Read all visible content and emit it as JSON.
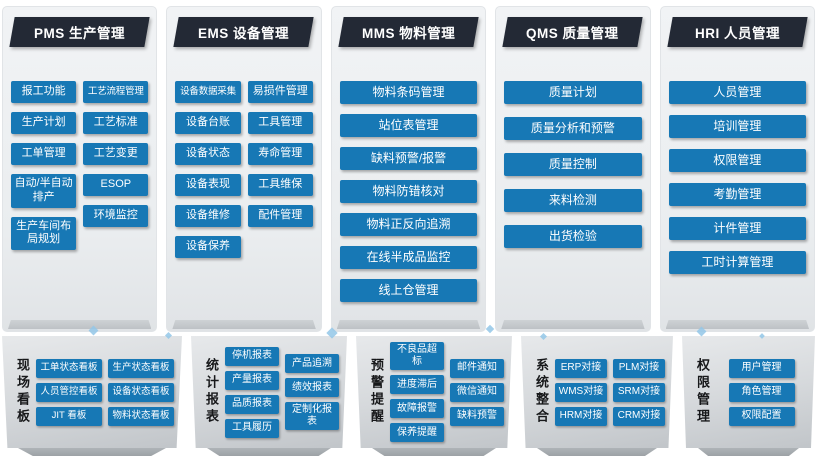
{
  "colors": {
    "header_bg": "#232935",
    "item_blue": "#1778b5",
    "panel_gray": "#eaedef",
    "board_gray": "#d6d9dc",
    "label_dark": "#17181a"
  },
  "top_sections": [
    {
      "title": "PMS 生产管理",
      "columns": [
        [
          "报工功能",
          "生产计划",
          "工单管理",
          "自动/半自动排产",
          "生产车间布局规划"
        ],
        [
          "工艺流程管理",
          "工艺标准",
          "工艺变更",
          "ESOP",
          "环境监控"
        ]
      ]
    },
    {
      "title": "EMS 设备管理",
      "columns": [
        [
          "设备数据采集",
          "设备台账",
          "设备状态",
          "设备表现",
          "设备维修",
          "设备保养"
        ],
        [
          "易损件管理",
          "工具管理",
          "寿命管理",
          "工具维保",
          "配件管理"
        ]
      ]
    },
    {
      "title": "MMS 物料管理",
      "columns": [
        [
          "物料条码管理",
          "站位表管理",
          "缺料预警/报警",
          "物料防错核对",
          "物料正反向追溯",
          "在线半成品监控",
          "线上仓管理"
        ]
      ]
    },
    {
      "title": "QMS 质量管理",
      "columns": [
        [
          "质量计划",
          "质量分析和预警",
          "质量控制",
          "来料检测",
          "出货检验"
        ]
      ]
    },
    {
      "title": "HRI 人员管理",
      "columns": [
        [
          "人员管理",
          "培训管理",
          "权限管理",
          "考勤管理",
          "计件管理",
          "工时计算管理"
        ]
      ]
    }
  ],
  "bottom_sections": [
    {
      "label": "现场看板",
      "columns": [
        [
          "工单状态看板",
          "人员管控看板",
          "JIT 看板"
        ],
        [
          "生产状态看板",
          "设备状态看板",
          "物料状态看板"
        ]
      ]
    },
    {
      "label": "统计报表",
      "columns": [
        [
          "停机报表",
          "产量报表",
          "品质报表",
          "工具履历"
        ],
        [
          "产品追溯",
          "绩效报表",
          "定制化报表"
        ]
      ]
    },
    {
      "label": "预警提醒",
      "columns": [
        [
          "不良品超标",
          "进度滞后",
          "故障报警",
          "保养提醒"
        ],
        [
          "邮件通知",
          "微信通知",
          "缺料预警"
        ]
      ]
    },
    {
      "label": "系统整合",
      "columns": [
        [
          "ERP对接",
          "WMS对接",
          "HRM对接"
        ],
        [
          "PLM对接",
          "SRM对接",
          "CRM对接"
        ]
      ]
    },
    {
      "label": "权限管理",
      "columns": [
        [
          "用户管理",
          "角色管理",
          "权限配置"
        ]
      ]
    }
  ]
}
